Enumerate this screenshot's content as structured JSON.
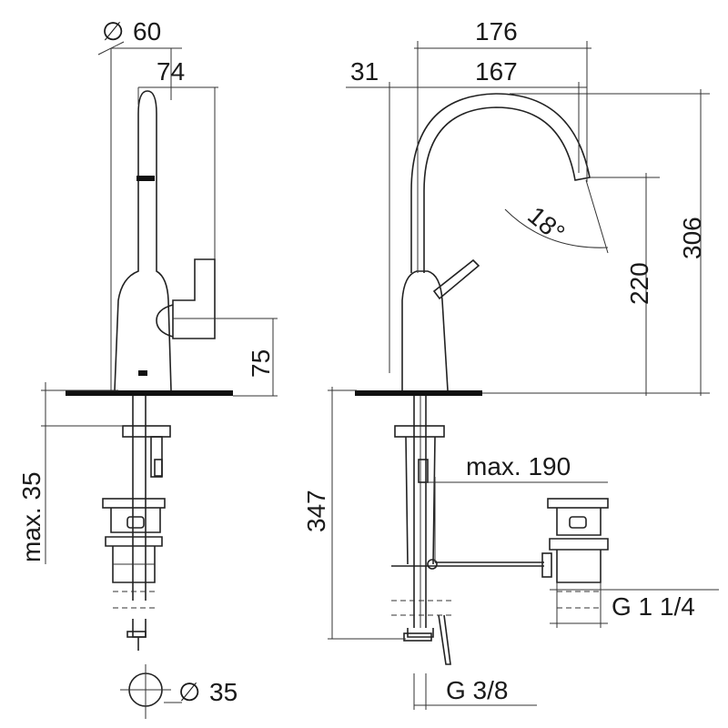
{
  "dimensions": {
    "side_diameter": "60",
    "side_width": "74",
    "side_lever_height": "75",
    "side_max_thickness": "max. 35",
    "side_hole_diameter": "35",
    "front_total_reach": "176",
    "front_offset": "31",
    "front_spout_reach": "167",
    "front_spout_angle": "18°",
    "front_outlet_height": "220",
    "front_total_height": "306",
    "front_below_counter": "347",
    "front_max_pull_rod": "max. 190",
    "front_waste_thread": "G 1 1/4",
    "front_supply_thread": "G 3/8"
  },
  "symbols": {
    "diameter": "∅"
  }
}
